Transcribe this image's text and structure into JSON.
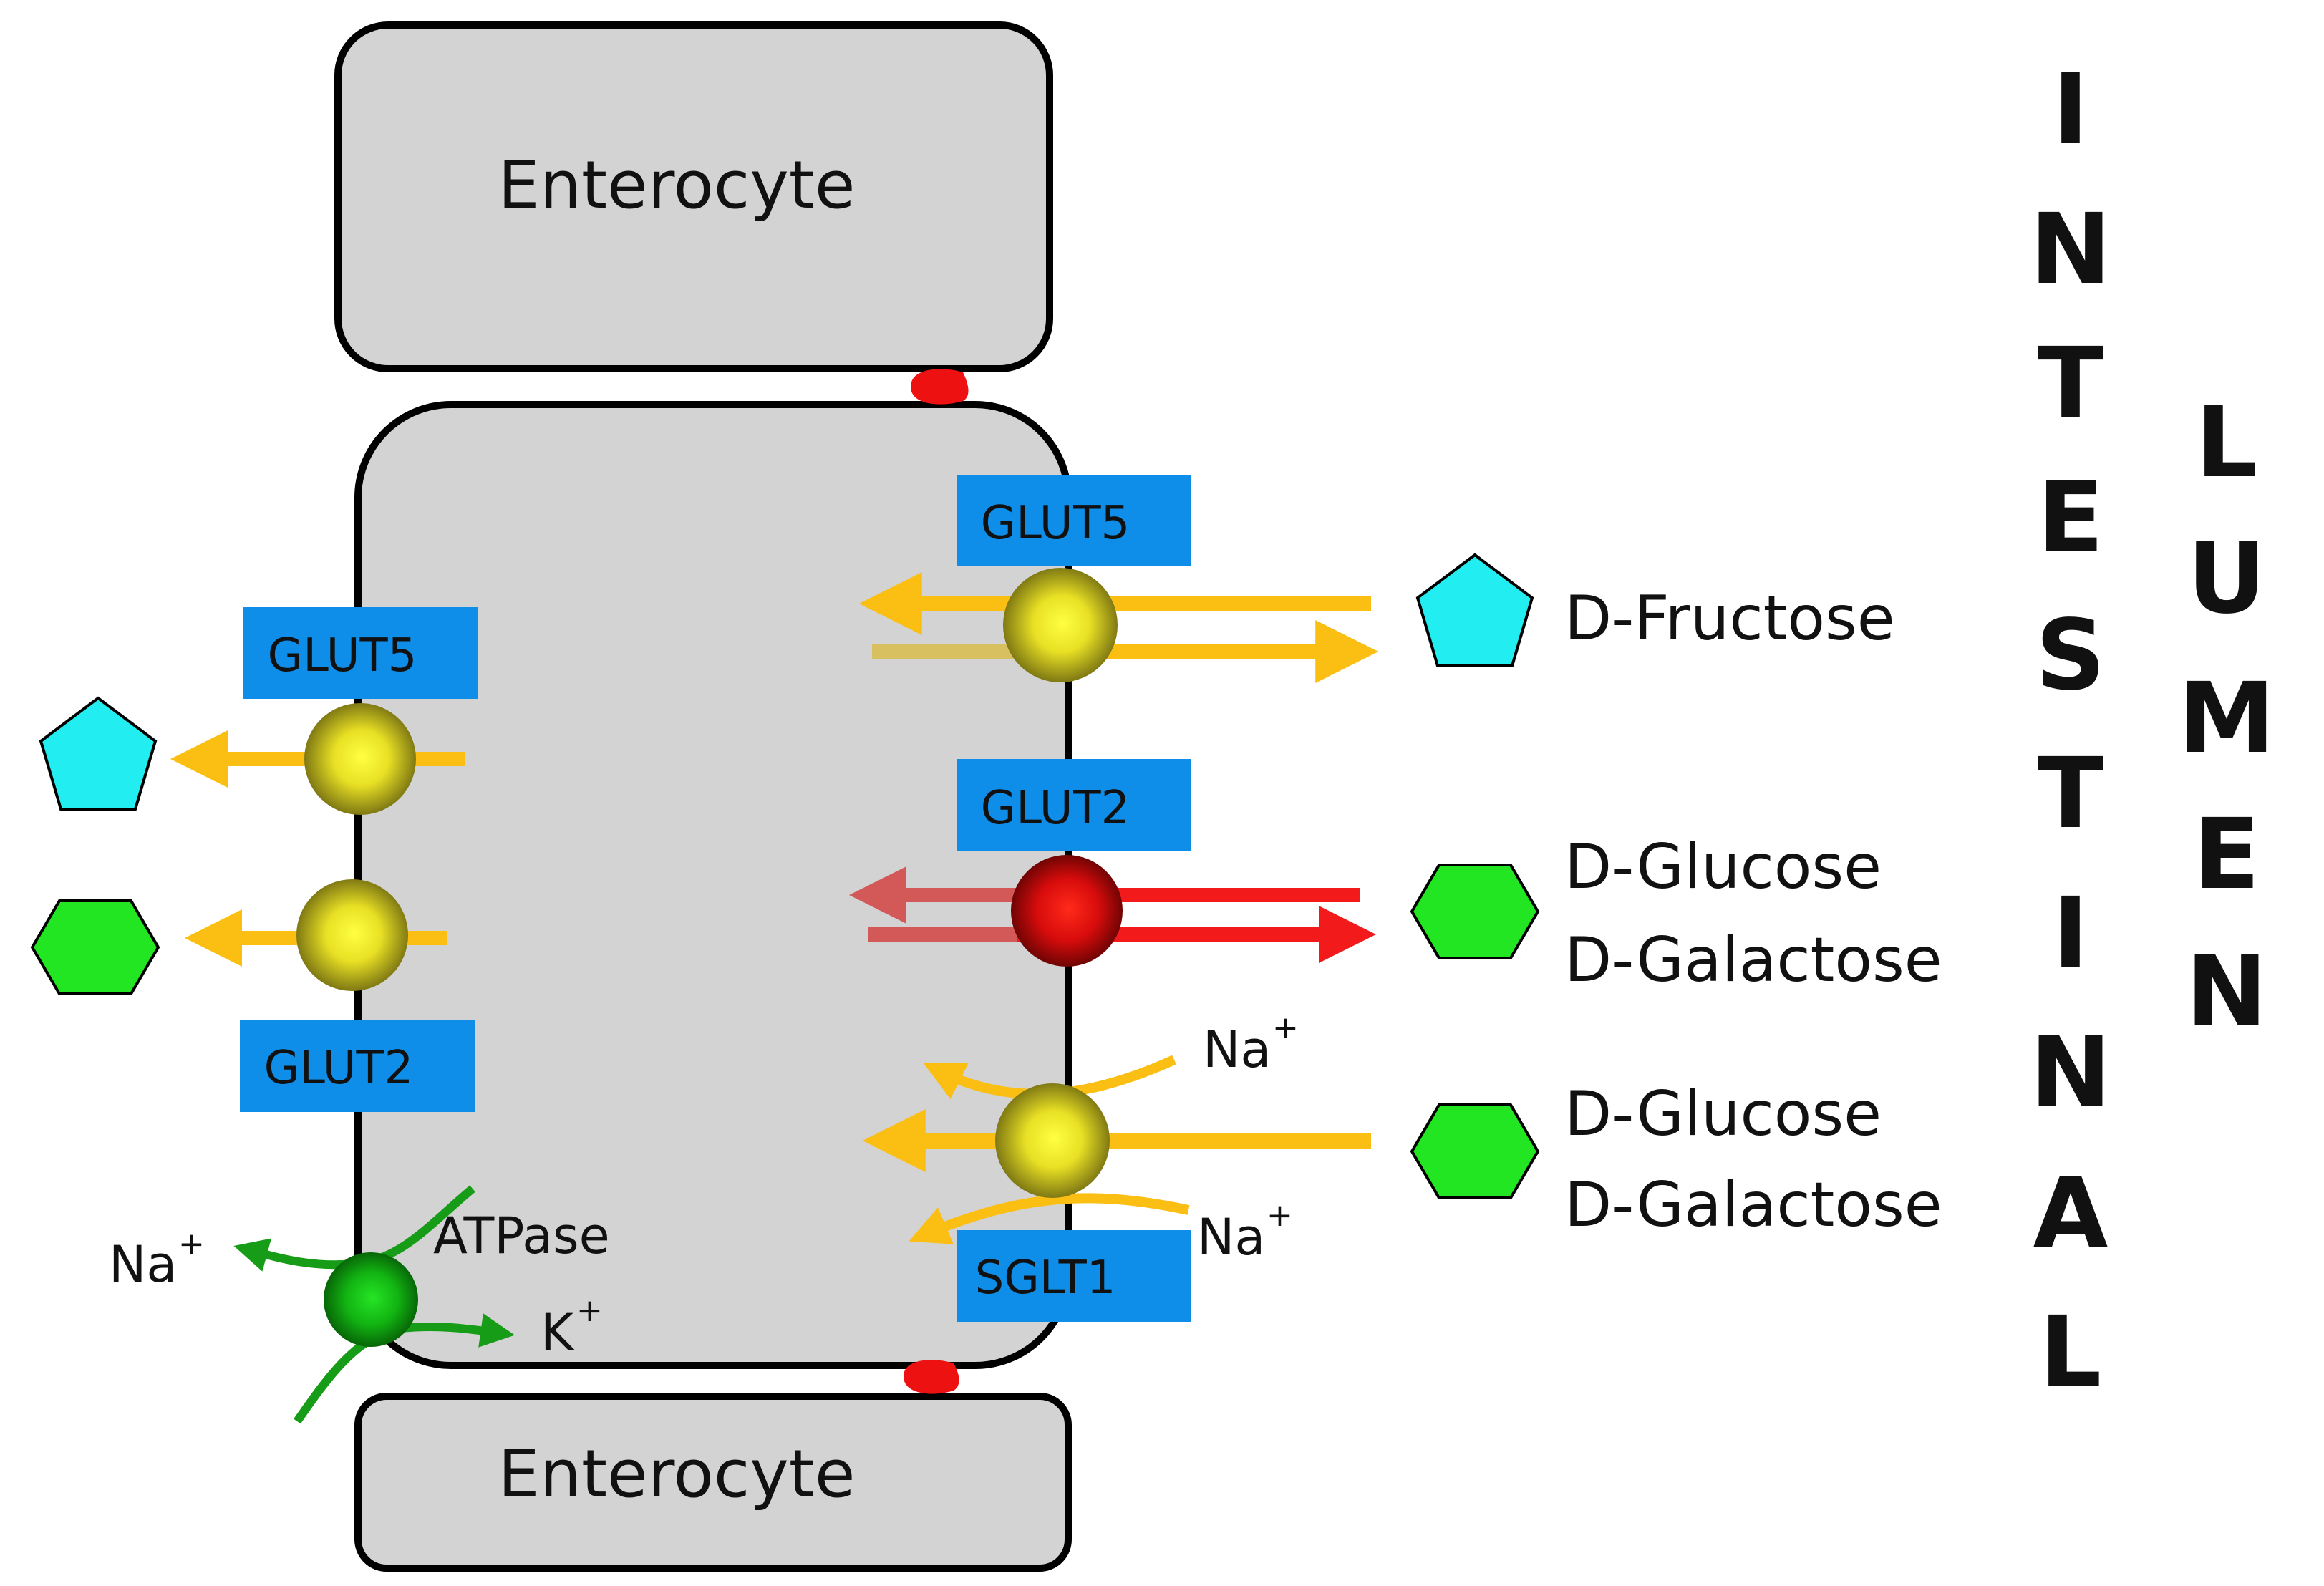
{
  "cells": {
    "top": "Enterocyte",
    "bottom": "Enterocyte"
  },
  "transporters": {
    "apical_glut5": "GLUT5",
    "apical_glut2": "GLUT2",
    "apical_sglt1": "SGLT1",
    "basal_glut5": "GLUT5",
    "basal_glut2": "GLUT2",
    "atpase": "ATPase"
  },
  "sugars": {
    "fructose": "D-Fructose",
    "glucose_1": "D-Glucose",
    "galactose_1": "D-Galactose",
    "glucose_2": "D-Glucose",
    "galactose_2": "D-Galactose"
  },
  "ions": {
    "sglt_na_top": "Na",
    "sglt_na_bottom": "Na",
    "atpase_na": "Na",
    "atpase_k": "K",
    "plus": "+"
  },
  "lumen_label": {
    "intestinal": [
      "I",
      "N",
      "T",
      "E",
      "S",
      "T",
      "I",
      "N",
      "A",
      "L"
    ],
    "lumen": [
      "L",
      "U",
      "M",
      "E",
      "N"
    ]
  },
  "colors": {
    "cell_fill": "#d3d3d3",
    "label_box": "#0f8ee9",
    "yellow_arrow": "#fbbf14",
    "red_arrow": "#f21a1a",
    "green_arrow": "#169c16",
    "fructose": "#22eef2",
    "glucose": "#22e622",
    "tight_junction": "#ee1111"
  }
}
